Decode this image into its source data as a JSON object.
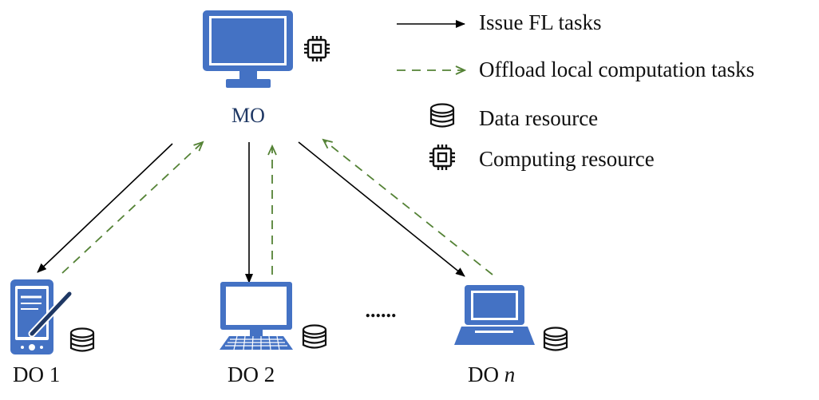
{
  "legend": {
    "issue_label": "Issue FL tasks",
    "offload_label": "Offload local computation tasks",
    "data_label": "Data resource",
    "computing_label": "Computing resource"
  },
  "nodes": {
    "mo": {
      "label": "MO",
      "icon": "desktop-monitor-icon"
    },
    "do1": {
      "label": "DO 1",
      "icon": "tablet-with-stylus-icon"
    },
    "do2": {
      "label": "DO 2",
      "icon": "desktop-computer-icon"
    },
    "don": {
      "label_prefix": "DO ",
      "label_var": "n",
      "icon": "laptop-icon"
    },
    "ellipsis": "......"
  },
  "colors": {
    "device_blue": "#4472C4",
    "mo_label": "#1F3864",
    "issue_arrow": "#000000",
    "offload_arrow": "#548235"
  }
}
